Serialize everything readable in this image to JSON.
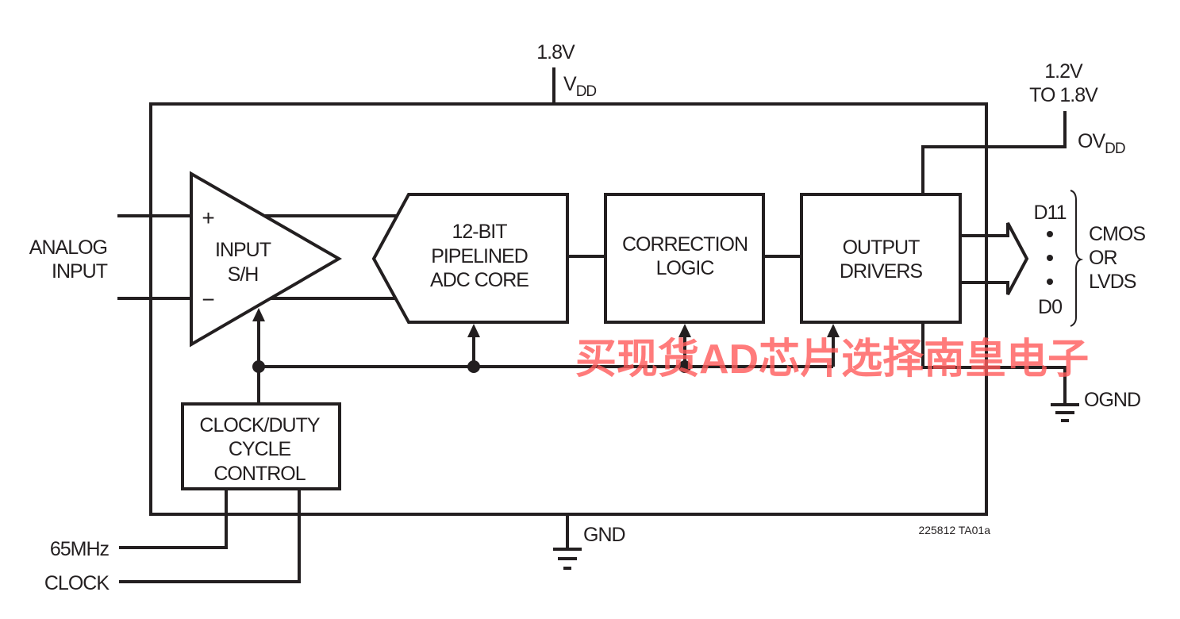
{
  "supply": {
    "vdd_voltage": "1.8V",
    "vdd_label": "V",
    "vdd_sub": "DD",
    "ovdd_voltage_1": "1.2V",
    "ovdd_voltage_2": "TO 1.8V",
    "ovdd_label": "OV",
    "ovdd_sub": "DD",
    "gnd_label": "GND",
    "ognd_label": "OGND"
  },
  "inputs": {
    "analog_1": "ANALOG",
    "analog_2": "INPUT",
    "plus": "+",
    "minus": "−",
    "clock_1": "65MHz",
    "clock_2": "CLOCK"
  },
  "blocks": {
    "sample_hold": [
      "INPUT",
      "S/H"
    ],
    "adc_core": [
      "12-BIT",
      "PIPELINED",
      "ADC CORE"
    ],
    "correction": [
      "CORRECTION",
      "LOGIC"
    ],
    "output": [
      "OUTPUT",
      "DRIVERS"
    ],
    "clock_control": [
      "CLOCK/DUTY",
      "CYCLE",
      "CONTROL"
    ]
  },
  "outputs": {
    "msb": "D11",
    "lsb": "D0",
    "format": [
      "CMOS",
      "OR",
      "LVDS"
    ]
  },
  "figure_id": "225812 TA01a",
  "watermark": "买现货AD芯片选择南皇电子"
}
